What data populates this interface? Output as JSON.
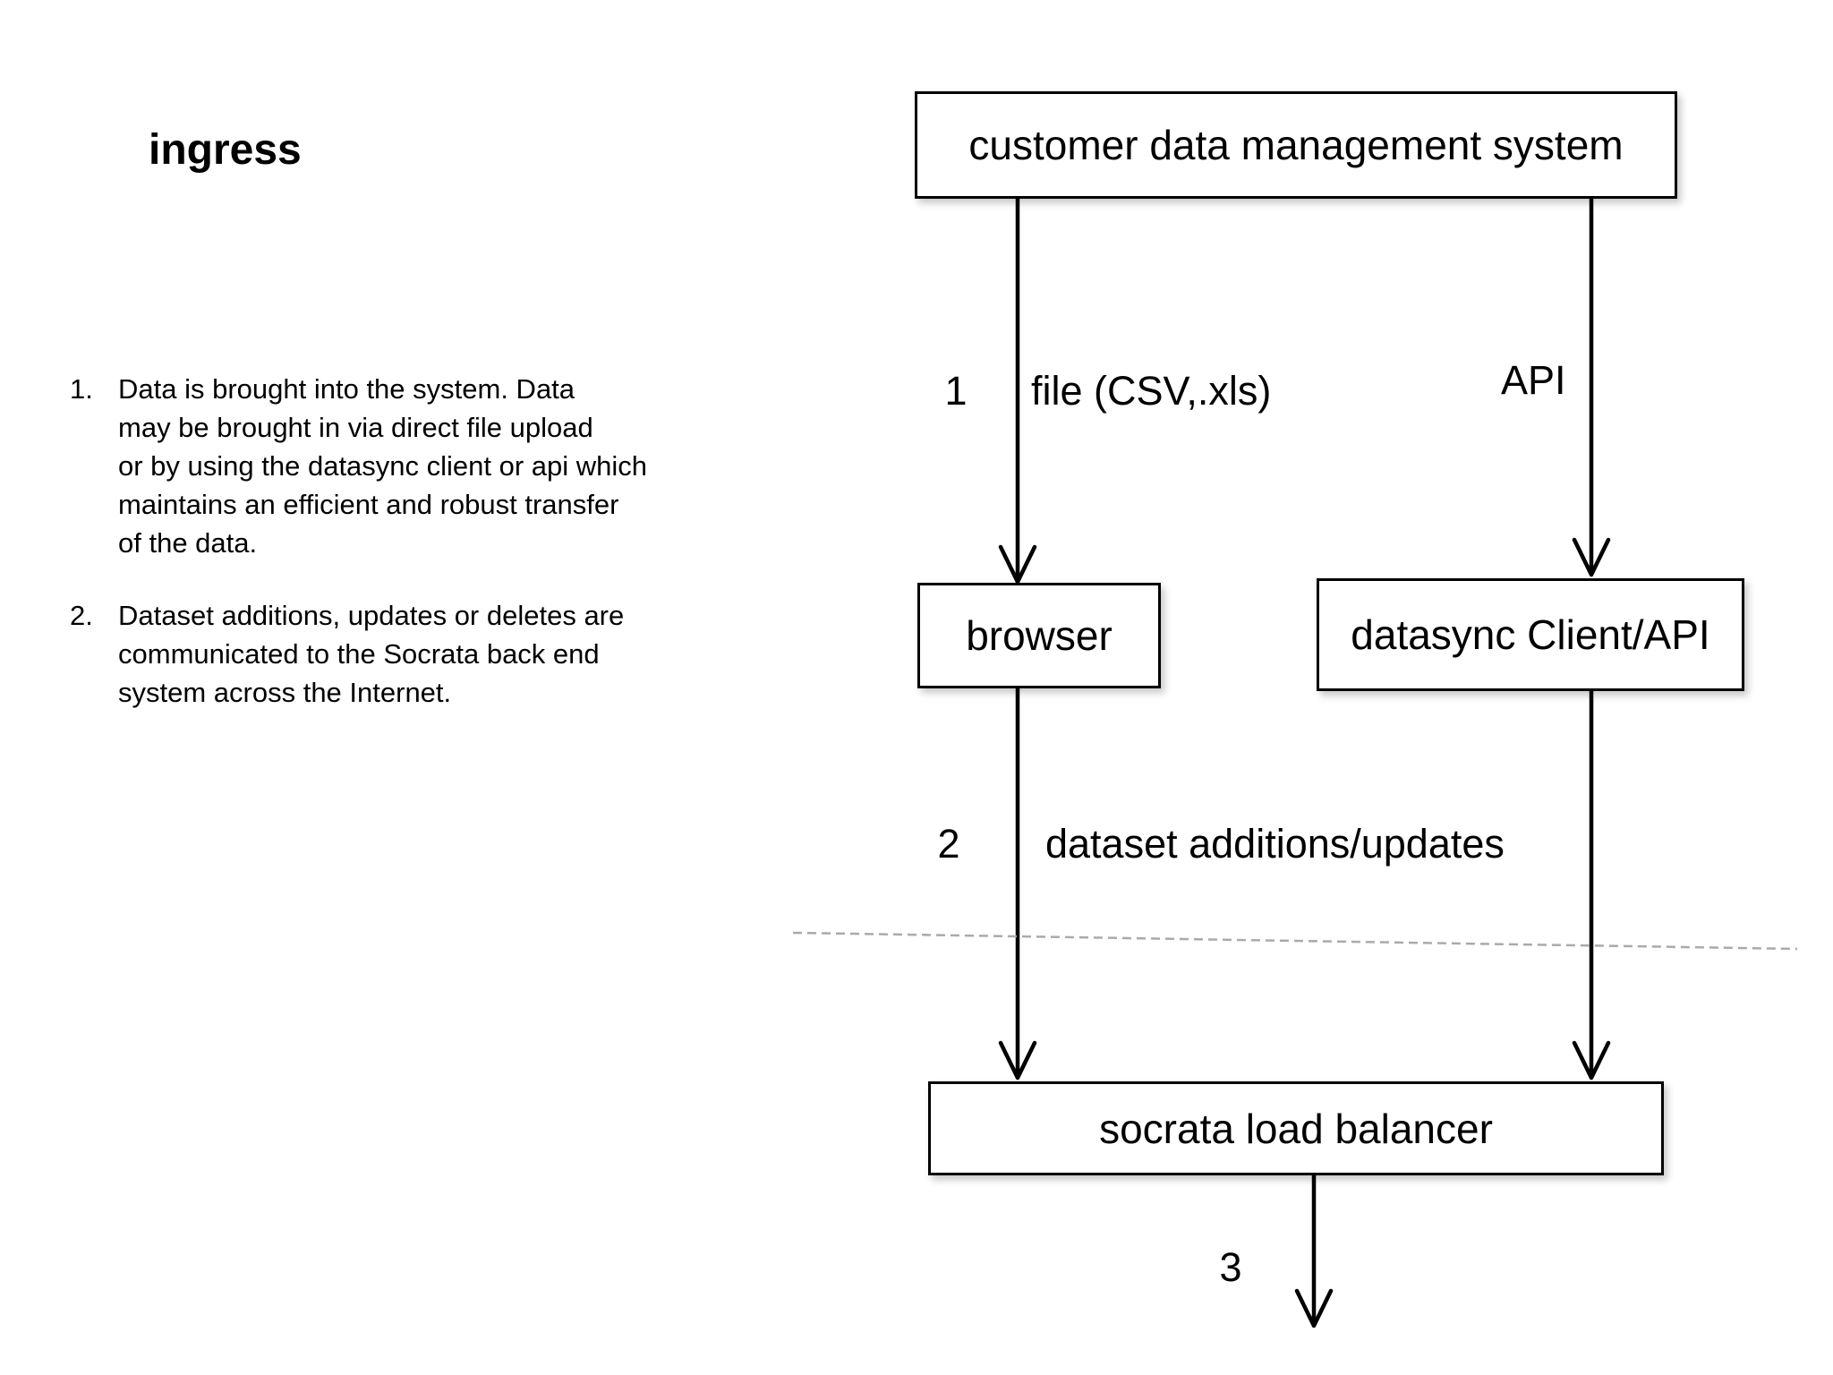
{
  "title": "ingress",
  "notes": {
    "item1": {
      "number": "1.",
      "text": "Data is brought into the system. Data\nmay be brought in via direct file upload\nor by using the datasync client or api which\nmaintains an efficient and robust transfer\nof the data."
    },
    "item2": {
      "number": "2.",
      "text": "Dataset additions, updates or deletes are\ncommunicated to the Socrata back end\nsystem across the Internet."
    }
  },
  "diagram": {
    "nodes": {
      "cdms": "customer data management system",
      "browser": "browser",
      "datasync": "datasync Client/API",
      "load_balancer": "socrata load balancer"
    },
    "edge_labels": {
      "step1_number": "1",
      "step1_label": "file (CSV,.xls)",
      "api_label": "API",
      "step2_number": "2",
      "step2_label": "dataset additions/updates",
      "step3_number": "3"
    },
    "colors": {
      "line": "#000000",
      "divider": "#aaaaaa",
      "box_border": "#000000",
      "box_fill": "#ffffff",
      "text": "#000000"
    }
  }
}
